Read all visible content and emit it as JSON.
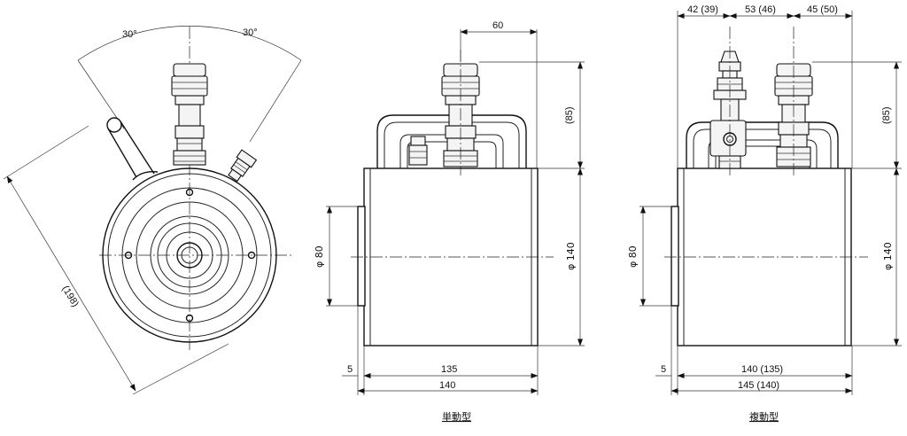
{
  "front_view": {
    "angle_left": "30°",
    "angle_right": "30°",
    "dim_diag": "(198)"
  },
  "single_acting": {
    "dim_60": "60",
    "dim_85": "(85)",
    "dim_phi80": "φ 80",
    "dim_phi140": "φ 140",
    "dim_5": "5",
    "dim_135": "135",
    "dim_140": "140",
    "caption": "単動型"
  },
  "double_acting": {
    "dim_42": "42 (39)",
    "dim_53": "53 (46)",
    "dim_45": "45 (50)",
    "dim_85": "(85)",
    "dim_phi80": "φ 80",
    "dim_phi140": "φ 140",
    "dim_5": "5",
    "dim_140_135": "140 (135)",
    "dim_145_140": "145 (140)",
    "caption": "複動型"
  }
}
